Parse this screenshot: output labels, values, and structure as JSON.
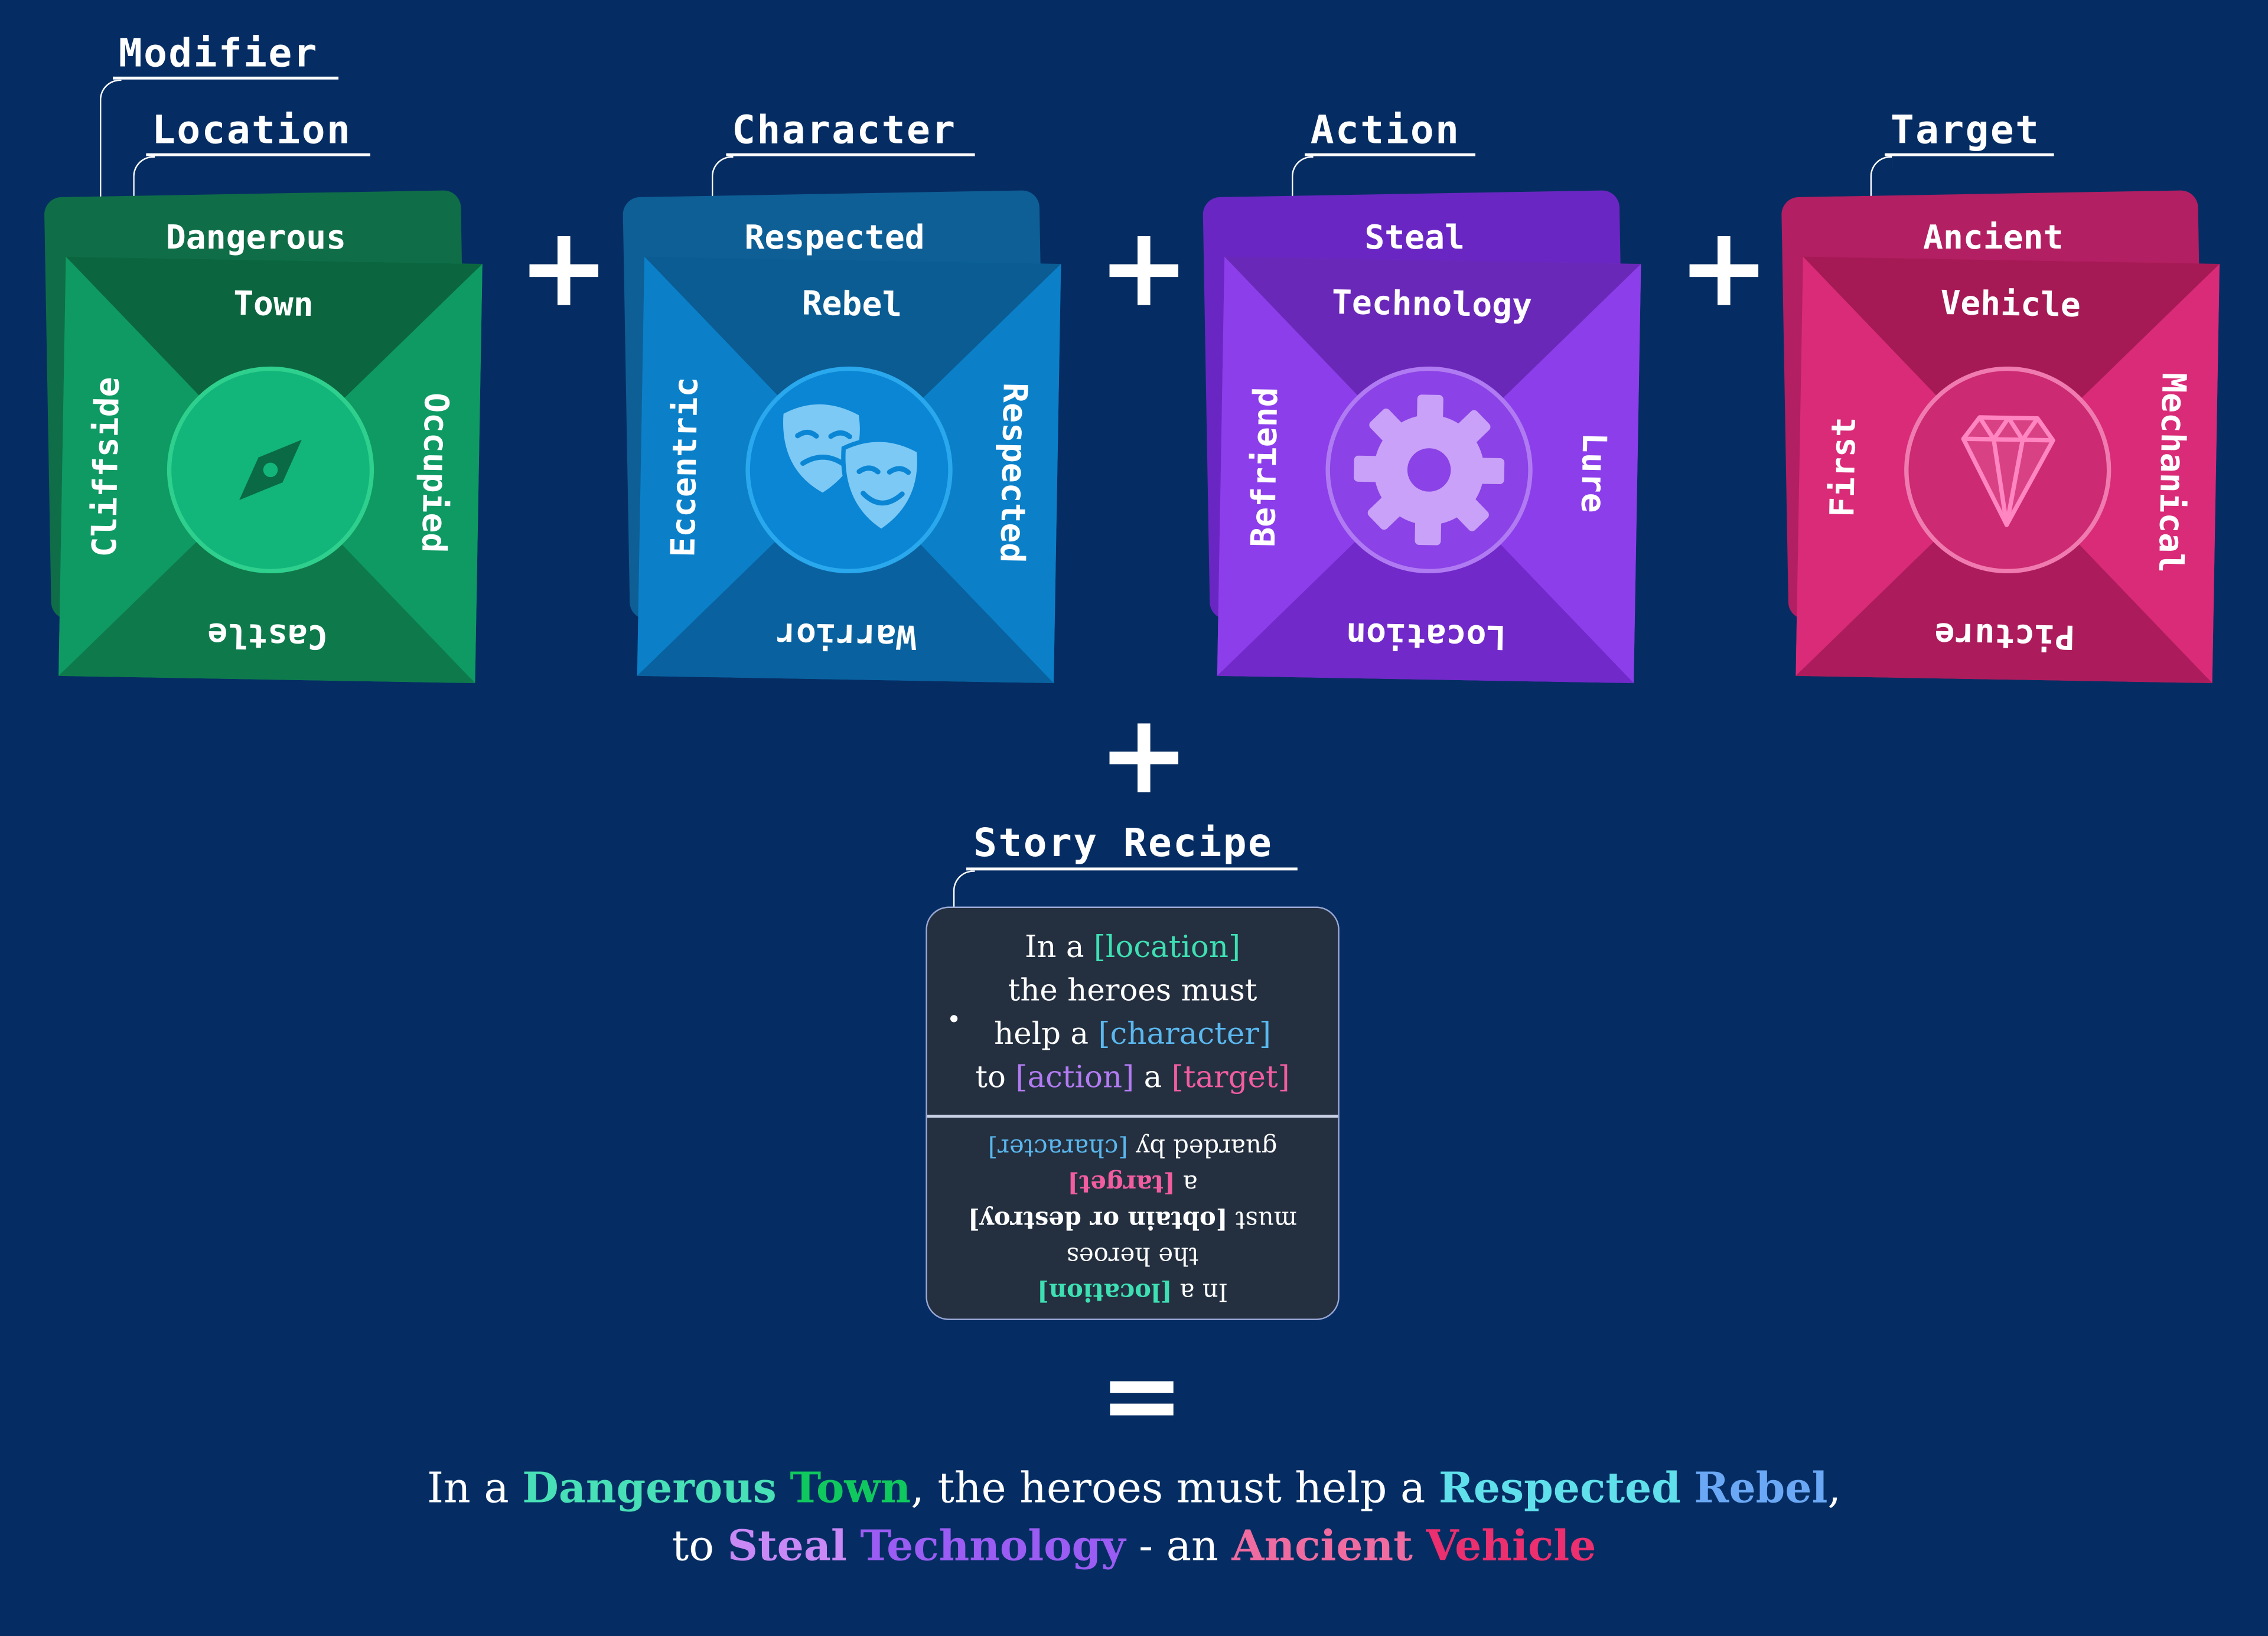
{
  "labels": {
    "modifier": "Modifier",
    "location": "Location",
    "character": "Character",
    "action": "Action",
    "target": "Target",
    "story_recipe": "Story Recipe"
  },
  "operators": {
    "plus": "+",
    "equals": "="
  },
  "cards": [
    {
      "name": "location",
      "back_top": "Dangerous",
      "top": "Town",
      "left": "Cliffside",
      "right": "Occupied",
      "bottom": "Castle",
      "icon": "compass-icon",
      "colors": {
        "back": "#0f6e47",
        "base": "#0d8c5c",
        "top": "#0b6640",
        "side": "#0f9a63",
        "bottom": "#0e7a4c",
        "circle": "#12b57a",
        "ring": "#2fd08e",
        "glyph": "#0a6a45"
      }
    },
    {
      "name": "character",
      "back_top": "Respected",
      "top": "Rebel",
      "left": "Eccentric",
      "right": "Respected",
      "bottom": "Warrior",
      "icon": "theater-masks-icon",
      "colors": {
        "back": "#0e5f96",
        "base": "#0a6fb0",
        "top": "#0a5c93",
        "side": "#0b80c9",
        "bottom": "#09629f",
        "circle": "#0a86d4",
        "ring": "#2aa8ee",
        "glyph": "#7cc9f6"
      }
    },
    {
      "name": "action",
      "back_top": "Steal",
      "top": "Technology",
      "left": "Befriend",
      "right": "Lure",
      "bottom": "Location",
      "icon": "gear-icon",
      "colors": {
        "back": "#6a26c2",
        "base": "#7c33d9",
        "top": "#6a28b8",
        "side": "#8c3eea",
        "bottom": "#7129c9",
        "circle": "#8b42e6",
        "ring": "#b07bf2",
        "glyph": "#c9a1f8"
      }
    },
    {
      "name": "target",
      "back_top": "Ancient",
      "top": "Vehicle",
      "left": "First",
      "right": "Mechanical",
      "bottom": "Picture",
      "icon": "gem-icon",
      "colors": {
        "back": "#b21f62",
        "base": "#c81f6a",
        "top": "#a51a55",
        "side": "#d92b78",
        "bottom": "#ac1c5c",
        "circle": "#cc2a72",
        "ring": "#f07bb0",
        "glyph": "#ff86c0"
      }
    }
  ],
  "recipe": {
    "top": {
      "t1": "In a",
      "loc": "[location]",
      "t2": "the heroes must",
      "t3": "help a",
      "char": "[character]",
      "t4": "to",
      "act": "[action]",
      "t5": "a",
      "tgt": "[target]"
    },
    "bottom": {
      "t1": "In a",
      "loc": "[location]",
      "t2": "the heroes",
      "t3": "must",
      "od": "[obtain or destroy]",
      "t4": "a",
      "tgt": "[target]",
      "t5": "guarded by",
      "char": "[character]"
    }
  },
  "result": {
    "p1": "In a",
    "w1": "Dangerous",
    "w2": "Town",
    "p2": ", the heroes must help a",
    "w3": "Respected",
    "w4": "Rebel",
    "p3": ",",
    "p4": "to",
    "w5": "Steal",
    "w6": "Technology",
    "p5": "- an",
    "w7": "Ancient",
    "w8": "Vehicle"
  }
}
